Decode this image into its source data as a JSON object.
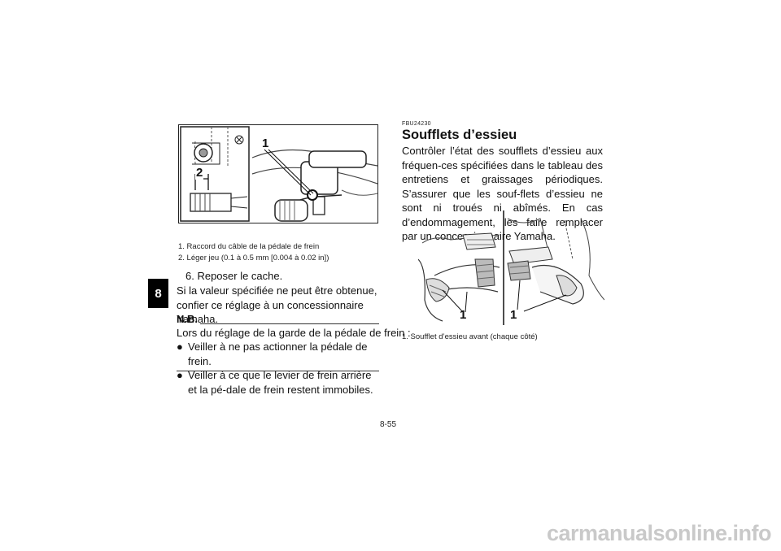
{
  "chapter_tab": "8",
  "left_column": {
    "figure_labels": {
      "callout_1": "1",
      "callout_2": "2"
    },
    "captions": [
      "1. Raccord du câble de la pédale de frein",
      "2. Léger jeu (0.1 à 0.5 mm [0.004 à 0.02 in])"
    ],
    "step_text": "6. Reposer le cache.",
    "paragraph": "Si la valeur spécifiée ne peut être obtenue, confier ce réglage à un concessionnaire Yamaha.",
    "note": {
      "label": "N.B.",
      "intro": "Lors du réglage de la garde de la pédale de frein :",
      "bullets": [
        "Veiller à ne pas actionner la pédale de frein.",
        "Veiller à ce que le levier de frein arrière et la pé-dale de frein restent immobiles."
      ]
    }
  },
  "right_column": {
    "ref_code": "FBU24230",
    "heading": "Soufflets d’essieu",
    "paragraph": "Contrôler l’état des soufflets d’essieu aux fréquen-ces spécifiées dans le tableau des entretiens et graissages périodiques. S’assurer que les souf-flets d’essieu ne sont ni troués ni abîmés. En cas d’endommagement, les faire remplacer par un concessionnaire Yamaha.",
    "figure_labels": {
      "callout_left": "1",
      "callout_right": "1"
    },
    "caption": "1. Soufflet d’essieu avant (chaque côté)"
  },
  "page_number": "8-55",
  "watermark": "carmanualsonline.info"
}
